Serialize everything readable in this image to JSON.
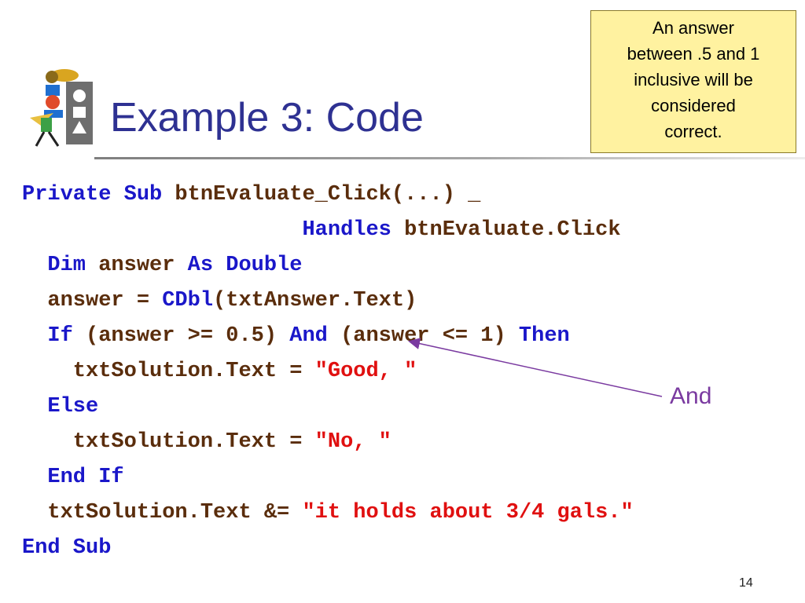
{
  "slide": {
    "title": "Example 3: Code",
    "page_number": "14",
    "colors": {
      "title": "#2e3192",
      "keyword": "#1a17c9",
      "identifier": "#5a2d0c",
      "string": "#e01010",
      "callout": "#7a3aa0",
      "note_bg": "#fff2a0"
    }
  },
  "note": {
    "lines": [
      "An answer",
      "between .5 and 1",
      "inclusive will be",
      "considered",
      "correct."
    ]
  },
  "callout": {
    "label": "And"
  },
  "code": {
    "lines": [
      [
        {
          "t": "Private Sub",
          "c": "kw"
        },
        {
          "t": " btnEvaluate_Click(...) _",
          "c": "plain"
        }
      ],
      [
        {
          "t": "                      ",
          "c": "plain"
        },
        {
          "t": "Handles",
          "c": "kw"
        },
        {
          "t": " btnEvaluate.Click",
          "c": "plain"
        }
      ],
      [
        {
          "t": "  ",
          "c": "plain"
        },
        {
          "t": "Dim",
          "c": "kw"
        },
        {
          "t": " answer ",
          "c": "plain"
        },
        {
          "t": "As Double",
          "c": "kw"
        }
      ],
      [
        {
          "t": "  answer = ",
          "c": "plain"
        },
        {
          "t": "CDbl",
          "c": "kw"
        },
        {
          "t": "(txtAnswer.Text)",
          "c": "plain"
        }
      ],
      [
        {
          "t": "  ",
          "c": "plain"
        },
        {
          "t": "If",
          "c": "kw"
        },
        {
          "t": " (answer >= 0.5) ",
          "c": "plain"
        },
        {
          "t": "And",
          "c": "kw"
        },
        {
          "t": " (answer <= 1) ",
          "c": "plain"
        },
        {
          "t": "Then",
          "c": "kw"
        }
      ],
      [
        {
          "t": "    txtSolution.Text = ",
          "c": "plain"
        },
        {
          "t": "\"Good, \"",
          "c": "str"
        }
      ],
      [
        {
          "t": "  ",
          "c": "plain"
        },
        {
          "t": "Else",
          "c": "kw"
        }
      ],
      [
        {
          "t": "    txtSolution.Text = ",
          "c": "plain"
        },
        {
          "t": "\"No, \"",
          "c": "str"
        }
      ],
      [
        {
          "t": "  ",
          "c": "plain"
        },
        {
          "t": "End If",
          "c": "kw"
        }
      ],
      [
        {
          "t": "  txtSolution.Text &= ",
          "c": "plain"
        },
        {
          "t": "\"it holds about 3/4 gals.\"",
          "c": "str"
        }
      ],
      [
        {
          "t": "End Sub",
          "c": "kw"
        }
      ]
    ]
  }
}
